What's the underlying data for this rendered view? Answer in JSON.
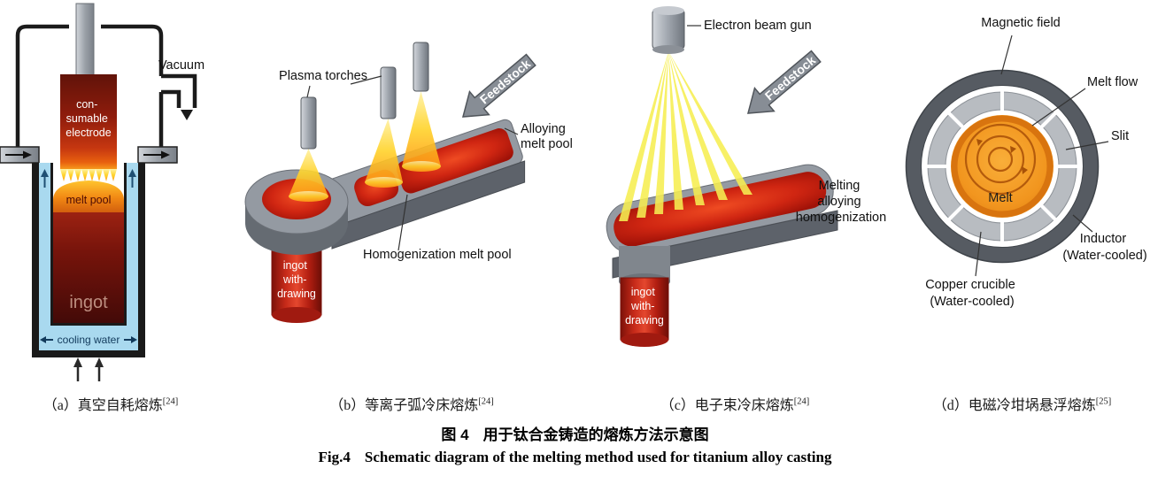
{
  "figure": {
    "caption_zh_label": "图 4",
    "caption_zh_title": "用于钛合金铸造的熔炼方法示意图",
    "caption_en_label": "Fig.4",
    "caption_en_title": "Schematic diagram of the melting method used for titanium alloy casting"
  },
  "colors": {
    "melt_pool_red": "#cf2110",
    "melt_orange": "#f28a14",
    "plasma_yellow": "#f6ee52",
    "steel_gray": "#9aa0a7",
    "dark_gray": "#5d626a",
    "water_blue": "#a9d9ef",
    "ingot_dark_red": "#77140b",
    "ingot_cylinder_red": "#e4472e"
  },
  "panel_a": {
    "subcaption": "（a）真空自耗熔炼",
    "subcaption_ref": "[24]",
    "labels": {
      "vacuum": "Vacuum",
      "electrode_lines": [
        "con-",
        "sumable",
        "electrode"
      ],
      "melt_pool": "melt pool",
      "ingot": "ingot",
      "cooling_water": "cooling water"
    }
  },
  "panel_b": {
    "subcaption": "（b）等离子弧冷床熔炼",
    "subcaption_ref": "[24]",
    "labels": {
      "plasma_torches": "Plasma torches",
      "feedstock": "Feedstock",
      "alloying_lines": [
        "Alloying",
        "melt pool"
      ],
      "homogenization": "Homogenization melt pool",
      "ingot_lines": [
        "ingot",
        "with-",
        "drawing"
      ]
    }
  },
  "panel_c": {
    "subcaption": "（c）电子束冷床熔炼",
    "subcaption_ref": "[24]",
    "labels": {
      "electron_beam_gun": "Electron beam gun",
      "feedstock": "Feedstock",
      "process_lines": [
        "Melting",
        "alloying",
        "homogenization"
      ],
      "ingot_lines": [
        "ingot",
        "with-",
        "drawing"
      ]
    }
  },
  "panel_d": {
    "subcaption": "（d）电磁冷坩埚悬浮熔炼",
    "subcaption_ref": "[25]",
    "labels": {
      "magnetic_field": "Magnetic field",
      "melt_flow": "Melt flow",
      "slit": "Slit",
      "melt": "Melt",
      "inductor_lines": [
        "Inductor",
        "(Water-cooled)"
      ],
      "copper_crucible_lines": [
        "Copper crucible",
        "(Water-cooled)"
      ]
    }
  }
}
